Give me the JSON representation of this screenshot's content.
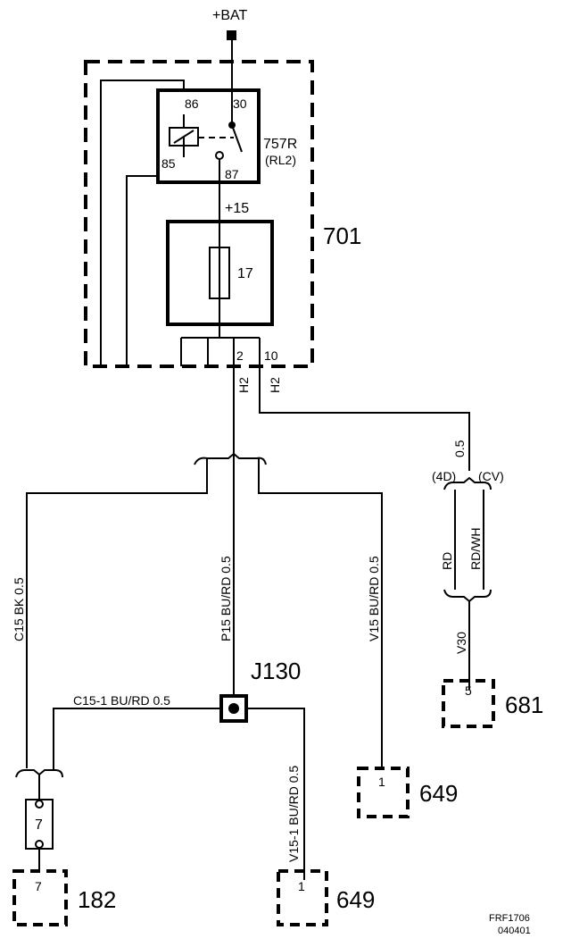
{
  "labels": {
    "bat": "+BAT",
    "relay_86": "86",
    "relay_30": "30",
    "relay_85": "85",
    "relay_87": "87",
    "relay_name": "757R",
    "relay_sub": "(RL2)",
    "plus15": "+15",
    "fuse": "17",
    "box701": "701",
    "pin2": "2",
    "pin10": "10",
    "h2_left": "H2",
    "h2_right": "H2",
    "wire_05_right": "0.5",
    "variant_4d": "(4D)",
    "variant_cv": "(CV)",
    "rd": "RD",
    "rd_wh": "RD/WH",
    "v30": "V30",
    "c681_pin": "5",
    "c681": "681",
    "c15": "C15  BK  0.5",
    "p15": "P15  BU/RD  0.5",
    "v15": "V15  BU/RD  0.5",
    "j130": "J130",
    "c15_1": "C15-1  BU/RD  0.5",
    "v15_1": "V15-1  BU/RD  0.5",
    "c649_top_pin": "1",
    "c649_top": "649",
    "c649_bot_pin": "1",
    "c649_bot": "649",
    "c182_in_pin": "7",
    "c182_pin": "7",
    "c182": "182",
    "ref1": "FRF1706",
    "ref2": "040401"
  }
}
